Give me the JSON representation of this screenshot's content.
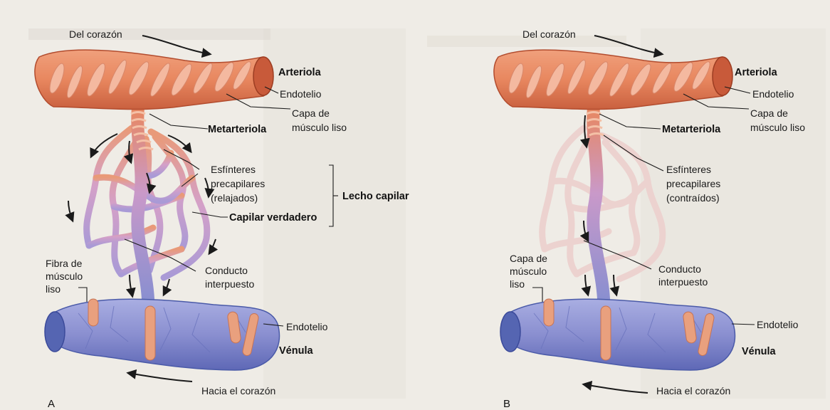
{
  "panel_a": {
    "panel_label": "A",
    "labels": {
      "from_heart": "Del corazón",
      "arteriole": "Arteriola",
      "endothelium_top": "Endotelio",
      "smooth_muscle_layer_1": "Capa de",
      "smooth_muscle_layer_2": "músculo liso",
      "metarteriole": "Metarteriola",
      "sphincters_1": "Esfínteres",
      "sphincters_2": "precapilares",
      "sphincters_3": "(relajados)",
      "capillary_bed": "Lecho capilar",
      "true_capillary": "Capilar verdadero",
      "smooth_fiber_1": "Fibra de",
      "smooth_fiber_2": "músculo",
      "smooth_fiber_3": "liso",
      "thoroughfare_1": "Conducto",
      "thoroughfare_2": "interpuesto",
      "endothelium_bottom": "Endotelio",
      "venule": "Vénula",
      "to_heart": "Hacia el corazón"
    }
  },
  "panel_b": {
    "panel_label": "B",
    "labels": {
      "from_heart": "Del corazón",
      "arteriole": "Arteriola",
      "endothelium_top": "Endotelio",
      "smooth_muscle_layer_1": "Capa de",
      "smooth_muscle_layer_2": "músculo liso",
      "metarteriole": "Metarteriola",
      "sphincters_1": "Esfínteres",
      "sphincters_2": "precapilares",
      "sphincters_3": "(contraídos)",
      "smooth_layer_1": "Capa de",
      "smooth_layer_2": "músculo",
      "smooth_layer_3": "liso",
      "thoroughfare_1": "Conducto",
      "thoroughfare_2": "interpuesto",
      "endothelium_bottom": "Endotelio",
      "venule": "Vénula",
      "to_heart": "Hacia el corazón"
    }
  },
  "colors": {
    "arteriole": "#e8875f",
    "arteriole_dark": "#c85a3a",
    "arteriole_cell": "#f4b9a0",
    "capillary": "#c999c9",
    "capillary_faded": "#ecd2cf",
    "venule": "#8a8fd0",
    "venule_dark": "#4a5aa8",
    "muscle_band": "#e9a07e",
    "background": "#efece6"
  }
}
